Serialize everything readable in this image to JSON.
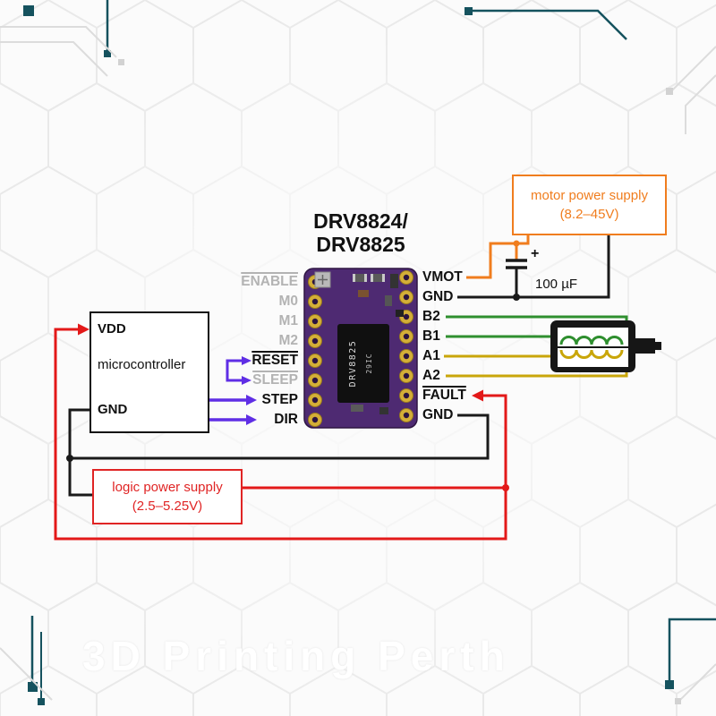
{
  "watermark": "3D Printing Perth",
  "title": {
    "line1": "DRV8824/",
    "line2": "DRV8825"
  },
  "motor_supply": {
    "line1": "motor power supply",
    "line2": "(8.2–45V)"
  },
  "logic_supply": {
    "line1": "logic power supply",
    "line2": "(2.5–5.25V)"
  },
  "microcontroller": {
    "vdd": "VDD",
    "label": "microcontroller",
    "gnd": "GND"
  },
  "capacitor": {
    "plus": "+",
    "value": "100 µF"
  },
  "pins_left": [
    "ENABLE",
    "M0",
    "M1",
    "M2",
    "RESET",
    "SLEEP",
    "STEP",
    "DIR"
  ],
  "pins_right": [
    "VMOT",
    "GND",
    "B2",
    "B1",
    "A1",
    "A2",
    "FAULT",
    "GND"
  ],
  "chip": {
    "line1": "DRV8825",
    "line2": "29IC"
  },
  "colors": {
    "wire_red": "#e31919",
    "wire_black": "#1a1a1a",
    "wire_orange": "#f07d1e",
    "wire_green": "#2f8f2f",
    "wire_yellow": "#c9a60a",
    "arrow_purple": "#5f2ee5",
    "inactive_pin_gray": "#b3b3b3",
    "board_purple": "#4e2a72",
    "pad_gold": "#d4af37",
    "logic_box_red": "#e02424",
    "motor_box_orange": "#f07d1e",
    "decoration_teal": "#15525e"
  }
}
